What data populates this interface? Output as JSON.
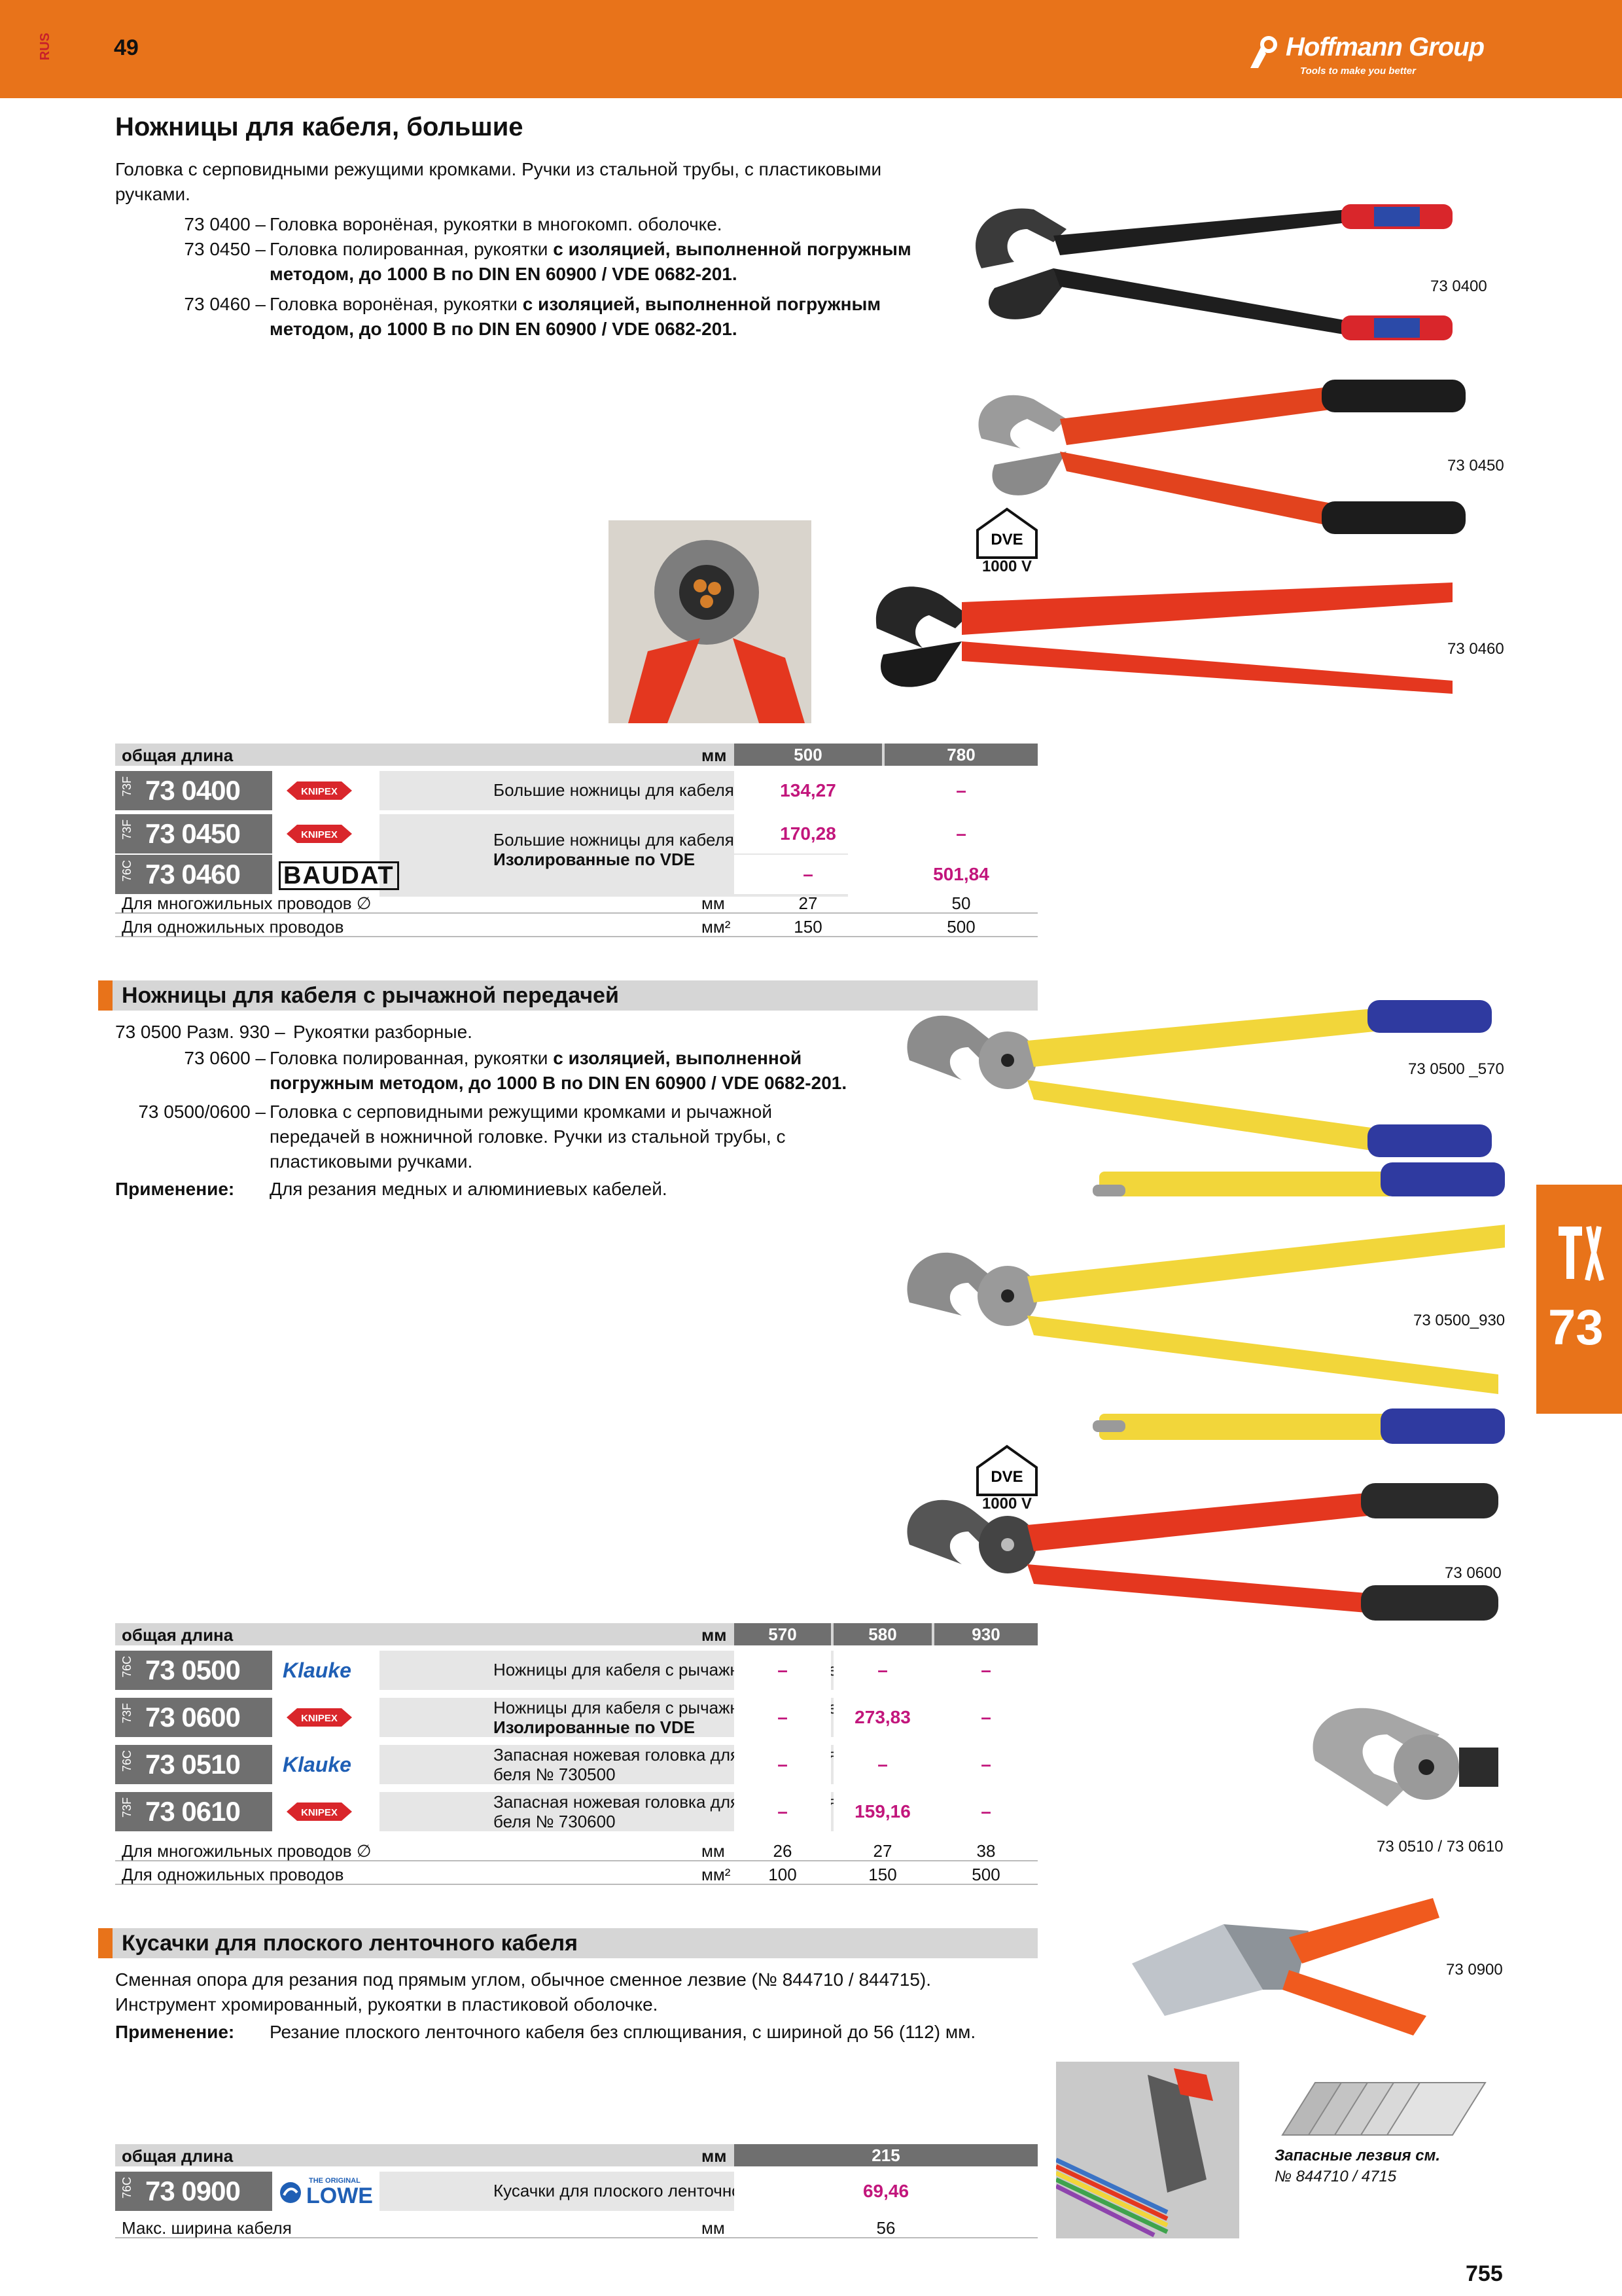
{
  "header": {
    "lang": "RUS",
    "page_number_top": "49",
    "brand_title": "Hoffmann Group",
    "brand_tagline": "Tools to make you better"
  },
  "section1": {
    "title": "Ножницы для кабеля, большие",
    "intro": [
      "Головка с серповидными режущими кромками. Ручки из стальной трубы, с пластиковыми",
      "ручками."
    ],
    "items": [
      {
        "code": "73 0400 –",
        "lines": [
          "Головка воронёная, рукоятки в многокомп. оболочке."
        ],
        "bold_from": -1
      },
      {
        "code": "73 0450 –",
        "line1a": "Головка полированная, рукоятки ",
        "line1b": "с изоляцией, выполненной погружным",
        "line2": "методом, до 1000 В по DIN EN 60900 / VDE 0682-201."
      },
      {
        "code": "73 0460 –",
        "line1a": "Головка воронёная, рукоятки ",
        "line1b": "с изоляцией, выполненной погружным",
        "line2": "методом, до 1000 В по DIN EN 60900 / VDE 0682-201."
      }
    ],
    "img_labels": [
      "73 0400",
      "73 0450",
      "73 0460"
    ],
    "vde_label": "1000 V",
    "table": {
      "header_label": "общая длина",
      "unit": "мм",
      "cols": [
        "500",
        "780"
      ],
      "rows": [
        {
          "prefix": "73F",
          "art": "73 0400",
          "brand": "KNIPEX",
          "desc1": "Большие ножницы для кабеля",
          "desc2": "",
          "v": [
            "134,27",
            "–"
          ]
        },
        {
          "prefix": "73F",
          "art": "73 0450",
          "brand": "KNIPEX",
          "desc1": "Большие ножницы для кабеля",
          "desc2": "Изолированные по VDE",
          "v": [
            "170,28",
            "–"
          ]
        },
        {
          "prefix": "76C",
          "art": "73 0460",
          "brand": "BAUDAT",
          "desc1": "",
          "desc2": "",
          "v": [
            "–",
            "501,84"
          ]
        }
      ],
      "specs": [
        {
          "label": "Для многожильных проводов ∅",
          "unit": "мм",
          "v": [
            "27",
            "50"
          ]
        },
        {
          "label": "Для одножильных проводов",
          "unit": "мм²",
          "v": [
            "150",
            "500"
          ]
        }
      ]
    }
  },
  "section2": {
    "title": "Ножницы для кабеля с рычажной передачей",
    "l1_code": "73 0500 Разм. 930 –",
    "l1_text": "Рукоятки разборные.",
    "l2_code": "73 0600 –",
    "l2a": "Головка полированная, рукоятки ",
    "l2b": "с изоляцией, выполненной",
    "l2c": "погружным методом, до 1000 В по DIN EN 60900 / VDE 0682-201.",
    "l3_code": "73 0500/0600 –",
    "l3": [
      "Головка с серповидными режущими кромками и рычажной",
      "передачей в ножничной головке. Ручки из стальной трубы, с",
      "пластиковыми ручками."
    ],
    "app_label": "Применение:",
    "app_text": "Для резания медных и алюминиевых кабелей.",
    "img_labels": [
      "73 0500 _570",
      "73 0500_930",
      "73 0600",
      "73 0510 / 73 0610"
    ],
    "vde_label": "1000 V",
    "table": {
      "header_label": "общая длина",
      "unit": "мм",
      "cols": [
        "570",
        "580",
        "930"
      ],
      "rows": [
        {
          "prefix": "76C",
          "art": "73 0500",
          "brand": "Klauke",
          "desc1": "Ножницы для кабеля с рычажной передачей",
          "desc2": "",
          "v": [
            "–",
            "–",
            "–"
          ]
        },
        {
          "prefix": "73F",
          "art": "73 0600",
          "brand": "KNIPEX",
          "desc1": "Ножницы для кабеля с рычажной передачей",
          "desc2": "Изолированные по VDE",
          "v": [
            "–",
            "273,83",
            "–"
          ]
        },
        {
          "prefix": "76C",
          "art": "73 0510",
          "brand": "Klauke",
          "desc1": "Запасная ножевая головка для ножниц для ка-",
          "desc2": "беля № 730500",
          "v": [
            "–",
            "–",
            "–"
          ]
        },
        {
          "prefix": "73F",
          "art": "73 0610",
          "brand": "KNIPEX",
          "desc1": "Запасная ножевая головка для ножниц для ка-",
          "desc2": "беля № 730600",
          "v": [
            "–",
            "159,16",
            "–"
          ]
        }
      ],
      "specs": [
        {
          "label": "Для многожильных проводов ∅",
          "unit": "мм",
          "v": [
            "26",
            "27",
            "38"
          ]
        },
        {
          "label": "Для одножильных проводов",
          "unit": "мм²",
          "v": [
            "100",
            "150",
            "500"
          ]
        }
      ]
    }
  },
  "section3": {
    "title": "Кусачки для плоского ленточного кабеля",
    "intro": [
      "Сменная опора для резания под прямым углом, обычное сменное лезвие (№ 844710 / 844715).",
      "Инструмент хромированный, рукоятки в пластиковой оболочке."
    ],
    "app_label": "Применение:",
    "app_text": "Резание плоского ленточного кабеля без сплющивания, с шириной до 56 (112) мм.",
    "img_label": "73 0900",
    "blades_note1": "Запасные лезвия см.",
    "blades_note2": "№ 844710 / 4715",
    "table": {
      "header_label": "общая длина",
      "unit": "мм",
      "cols": [
        "215"
      ],
      "rows": [
        {
          "prefix": "76C",
          "art": "73 0900",
          "brand": "LOWE",
          "brand_small": "THE ORIGINAL",
          "desc1": "Кусачки для плоского ленточного кабеля",
          "desc2": "",
          "v": [
            "69,46"
          ]
        }
      ],
      "specs": [
        {
          "label": "Макс. ширина кабеля",
          "unit": "мм",
          "v": [
            "56"
          ]
        }
      ]
    }
  },
  "side_tab": {
    "number": "73"
  },
  "footer": {
    "page_number": "755"
  },
  "colors": {
    "accent": "#e8731a",
    "price": "#c2167c",
    "header_gray": "#6f6f6f",
    "light_gray": "#d6d6d6"
  }
}
